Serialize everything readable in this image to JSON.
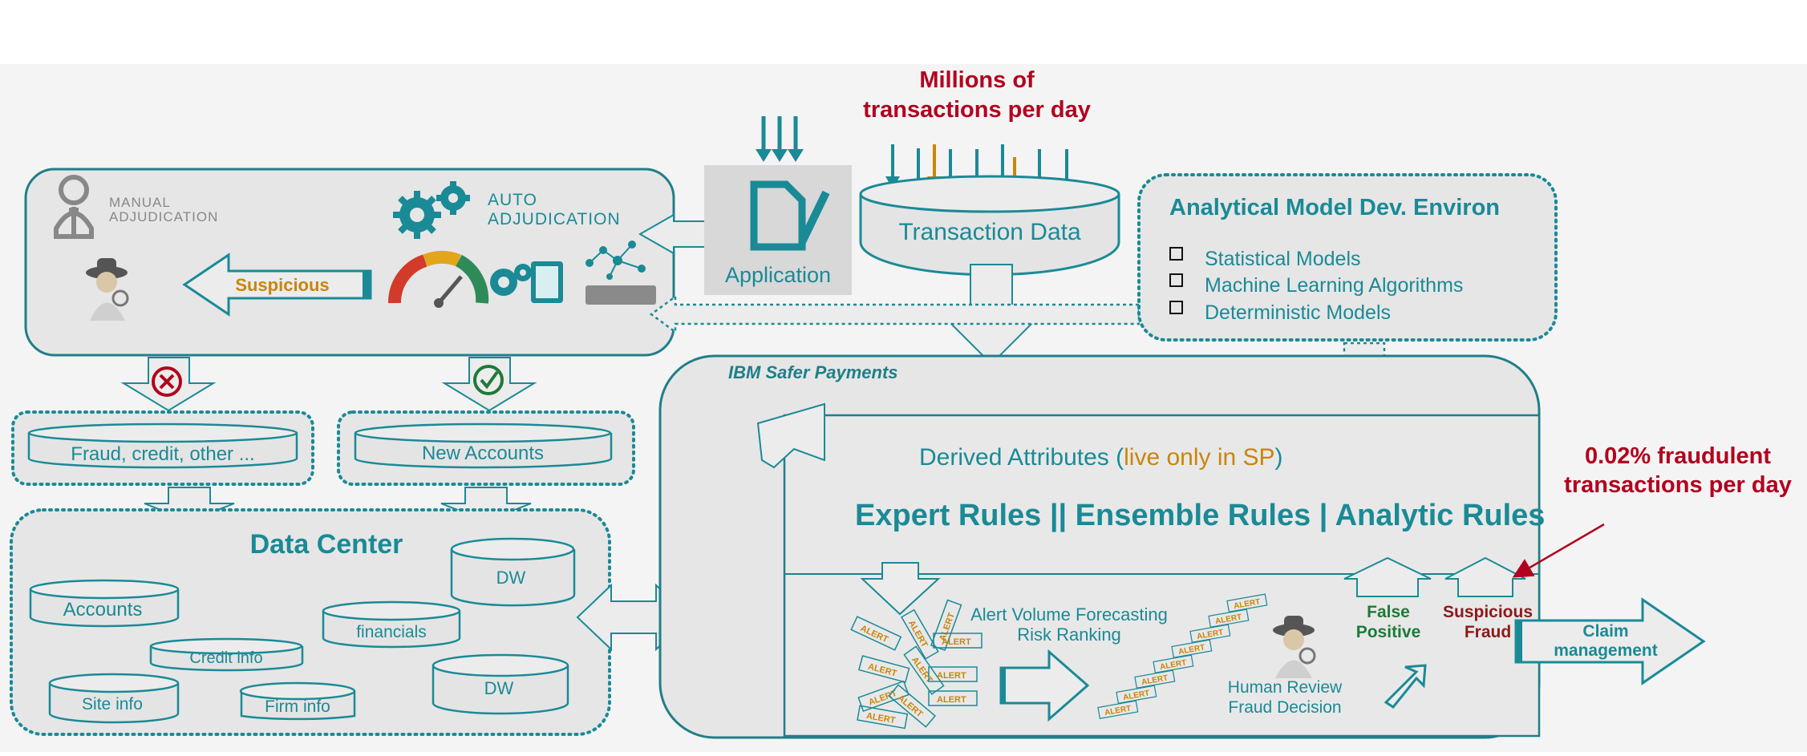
{
  "colors": {
    "teal": "#1a8a96",
    "teal_dark": "#1f7f88",
    "red": "#b2001e",
    "orange": "#c8860a",
    "green": "#1e7a3a",
    "panel": "#ebebeb",
    "background": "#f4f4f4"
  },
  "header": {
    "millions_line1": "Millions of",
    "millions_line2": "transactions per day",
    "fraud_line1": "0.02% fraudulent",
    "fraud_line2": "transactions per day"
  },
  "adjudication": {
    "manual_line1": "MANUAL",
    "manual_line2": "ADJUDICATION",
    "auto_line1": "AUTO",
    "auto_line2": "ADJUDICATION",
    "suspicious_label": "Suspicious"
  },
  "application": {
    "label": "Application"
  },
  "transaction": {
    "label": "Transaction Data"
  },
  "model_env": {
    "title": "Analytical Model Dev. Environ",
    "items": [
      "Statistical Models",
      "Machine Learning Algorithms",
      "Deterministic Models"
    ]
  },
  "stores": {
    "fraud_label": "Fraud, credit, other ...",
    "new_accounts_label": "New Accounts"
  },
  "data_center": {
    "title": "Data Center",
    "accounts": "Accounts",
    "credit_info": "Credit info",
    "site_info": "Site info",
    "firm_info": "Firm info",
    "financials": "financials",
    "dw_top": "DW",
    "dw_bottom": "DW"
  },
  "safer": {
    "title": "IBM Safer Payments",
    "derived_prefix": "Derived Attributes (",
    "derived_highlight": "live only in SP",
    "derived_suffix": ")",
    "rules": "Expert Rules || Ensemble Rules | Analytic Rules",
    "alert_forecast_line1": "Alert Volume Forecasting",
    "alert_forecast_line2": "Risk Ranking",
    "human_review_line1": "Human Review",
    "human_review_line2": "Fraud Decision",
    "false_positive_line1": "False",
    "false_positive_line2": "Positive",
    "suspicious_fraud_line1": "Suspicious",
    "suspicious_fraud_line2": "Fraud",
    "alert_tag": "ALERT"
  },
  "claim": {
    "line1": "Claim",
    "line2": "management"
  }
}
